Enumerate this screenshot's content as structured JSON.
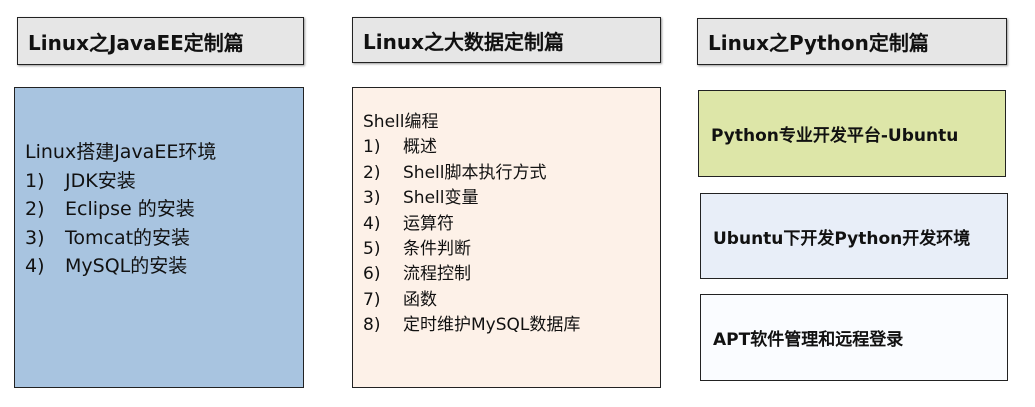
{
  "headers": [
    "Linux之JavaEE定制篇",
    "Linux之大数据定制篇",
    "Linux之Python定制篇"
  ],
  "javaee": {
    "title": "Linux搭建JavaEE环境",
    "items": [
      {
        "num": "1)",
        "text": "JDK安装"
      },
      {
        "num": "2)",
        "text": "Eclipse 的安装"
      },
      {
        "num": "3)",
        "text": "Tomcat的安装"
      },
      {
        "num": "4)",
        "text": "MySQL的安装"
      }
    ]
  },
  "bigdata": {
    "title": "Shell编程",
    "items": [
      {
        "num": "1)",
        "text": "概述"
      },
      {
        "num": "2)",
        "text": "Shell脚本执行方式"
      },
      {
        "num": "3)",
        "text": "Shell变量"
      },
      {
        "num": "4)",
        "text": "运算符"
      },
      {
        "num": "5)",
        "text": "条件判断"
      },
      {
        "num": "6)",
        "text": "流程控制"
      },
      {
        "num": "7)",
        "text": "函数"
      },
      {
        "num": "8)",
        "text": "定时维护MySQL数据库"
      }
    ]
  },
  "python": [
    "Python专业开发平台-Ubuntu",
    "Ubuntu下开发Python开发环境",
    "APT软件管理和远程登录"
  ],
  "colors": {
    "header": "#e6e6e6",
    "javaee": "#a8c4e0",
    "bigdata": "#fdf1e8",
    "python1": "#dde6a8",
    "python2": "#e8eef8"
  }
}
